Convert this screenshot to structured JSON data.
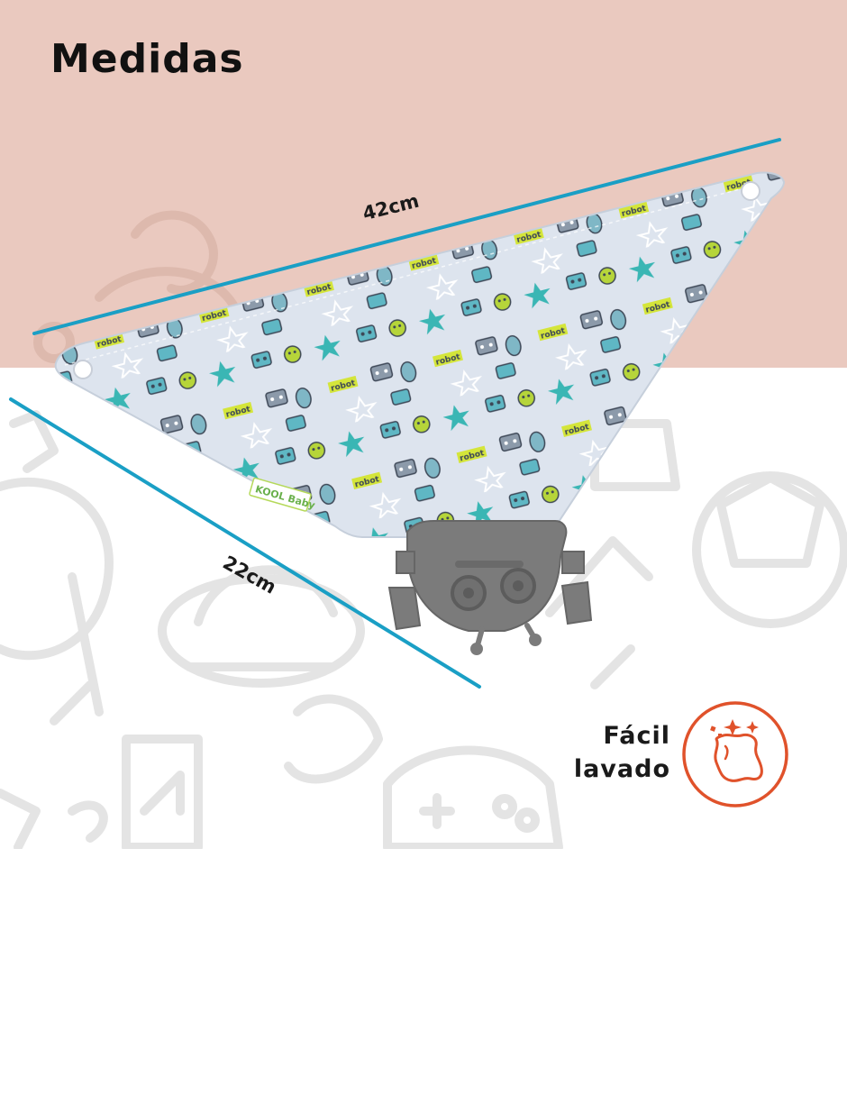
{
  "title": "Medidas",
  "dimensions": {
    "width_label": "42cm",
    "height_label": "22cm"
  },
  "product": {
    "brand": "KOOL Baby",
    "pattern_word": "robot"
  },
  "badge": {
    "line1": "Fácil",
    "line2": "lavado",
    "icon": "clean-sparkle-icon"
  },
  "colors": {
    "top_band": "#eac9bf",
    "dimension_line": "#1a9fc5",
    "badge_accent": "#e0522b",
    "fabric": "#dde4ee",
    "teether": "#7b7b7b"
  }
}
